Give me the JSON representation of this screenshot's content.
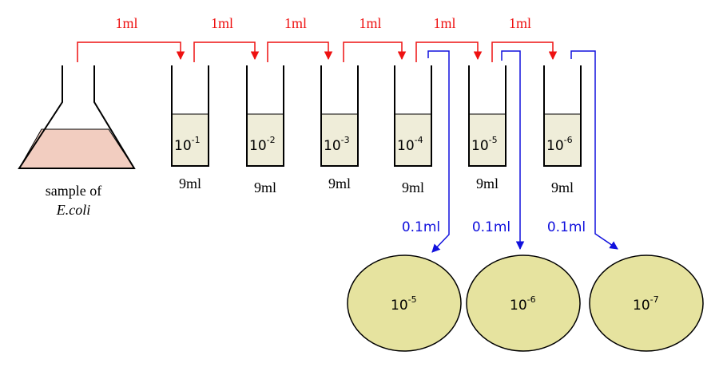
{
  "flask": {
    "caption_line1": "sample of",
    "caption_line2": "E.coli"
  },
  "transfers": [
    {
      "label": "1ml"
    },
    {
      "label": "1ml"
    },
    {
      "label": "1ml"
    },
    {
      "label": "1ml"
    },
    {
      "label": "1ml"
    },
    {
      "label": "1ml"
    }
  ],
  "tubes": [
    {
      "base": "10",
      "exp": "-1",
      "volume": "9ml"
    },
    {
      "base": "10",
      "exp": "-2",
      "volume": "9ml"
    },
    {
      "base": "10",
      "exp": "-3",
      "volume": "9ml"
    },
    {
      "base": "10",
      "exp": "-4",
      "volume": "9ml"
    },
    {
      "base": "10",
      "exp": "-5",
      "volume": "9ml"
    },
    {
      "base": "10",
      "exp": "-6",
      "volume": "9ml"
    }
  ],
  "platings": [
    {
      "label": "0.1ml"
    },
    {
      "label": "0.1ml"
    },
    {
      "label": "0.1ml"
    }
  ],
  "plates": [
    {
      "base": "10",
      "exp": "-5"
    },
    {
      "base": "10",
      "exp": "-6"
    },
    {
      "base": "10",
      "exp": "-7"
    }
  ],
  "colors": {
    "transfer_arrow": "#ee1111",
    "plating_arrow": "#1111dd",
    "liquid": "#efedd9",
    "flask_liquid": "#f2cdc0",
    "plate_fill": "#e6e39f",
    "outline": "#000000"
  }
}
